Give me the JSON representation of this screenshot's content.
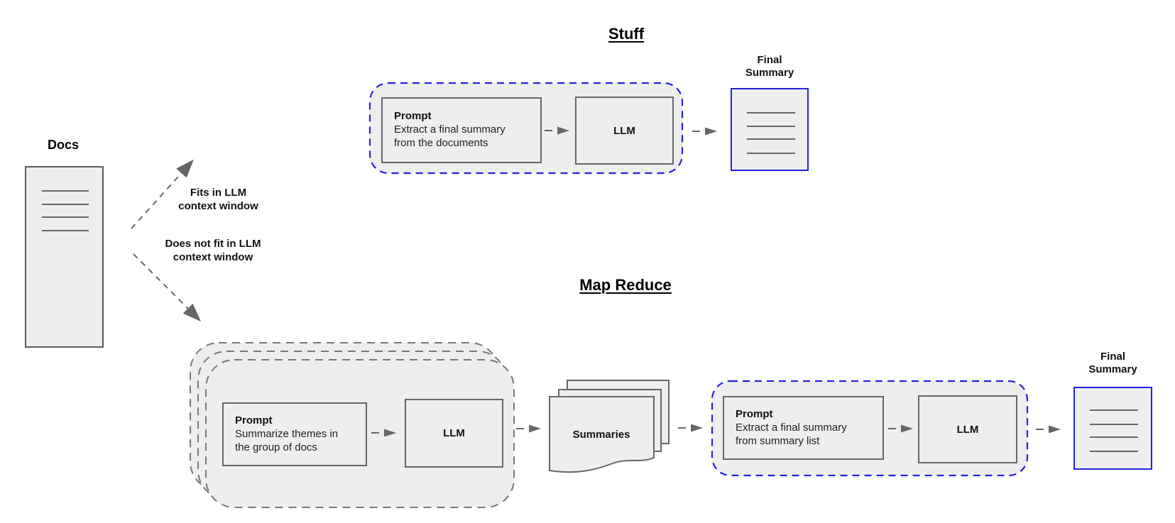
{
  "colors": {
    "accent_blue": "#2222dd",
    "shape_fill": "#eeeeee",
    "stroke_gray": "#666666",
    "background": "#ffffff"
  },
  "docs": {
    "label": "Docs"
  },
  "branches": {
    "fits_line1": "Fits in LLM",
    "fits_line2": "context window",
    "notfits_line1": "Does not fit in LLM",
    "notfits_line2": "context window"
  },
  "stuff": {
    "title": "Stuff",
    "prompt_heading": "Prompt",
    "prompt_line1": "Extract a final summary",
    "prompt_line2": "from the documents",
    "llm": "LLM",
    "final_line1": "Final",
    "final_line2": "Summary"
  },
  "map_reduce": {
    "title": "Map Reduce",
    "map_prompt_heading": "Prompt",
    "map_prompt_line1": "Summarize themes in",
    "map_prompt_line2": "the group of docs",
    "map_llm": "LLM",
    "summaries": "Summaries",
    "reduce_prompt_heading": "Prompt",
    "reduce_prompt_line1": "Extract a final summary",
    "reduce_prompt_line2": "from summary list",
    "reduce_llm": "LLM",
    "final_line1": "Final",
    "final_line2": "Summary"
  }
}
